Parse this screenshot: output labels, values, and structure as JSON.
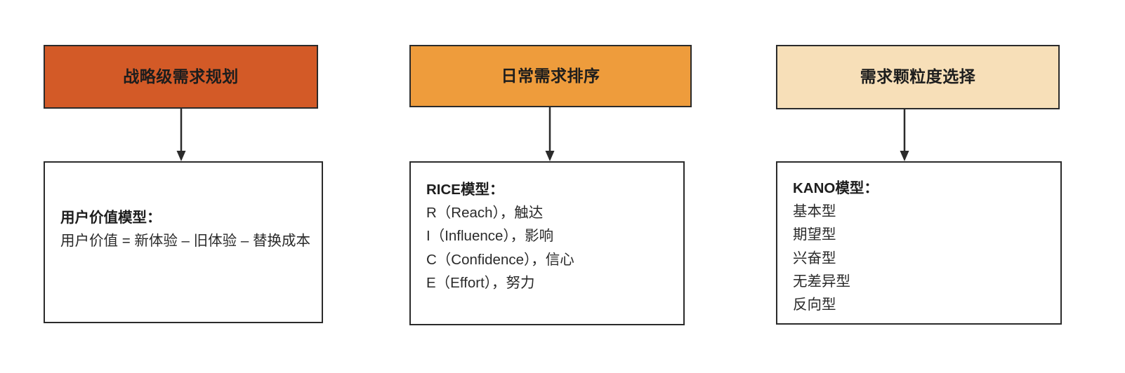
{
  "diagram": {
    "type": "three-column-flow",
    "background_color": "#ffffff",
    "border_color": "#2b2b2b",
    "columns": [
      {
        "id": "strategic-planning",
        "header": {
          "label": "战略级需求规划",
          "fill_color": "#d35a27",
          "text_color": "#1d1d1d"
        },
        "connector": "down-arrow",
        "content": {
          "heading": "用户价值模型：",
          "lines": [
            "用户价值 = 新体验 – 旧体验 – 替换成本"
          ]
        }
      },
      {
        "id": "daily-prioritization",
        "header": {
          "label": "日常需求排序",
          "fill_color": "#ee9c3c",
          "text_color": "#1d1d1d"
        },
        "connector": "down-arrow",
        "content": {
          "heading": "RICE模型：",
          "lines": [
            "R（Reach），触达",
            "I（Influence），影响",
            "C（Confidence），信心",
            "E（Effort），努力"
          ]
        }
      },
      {
        "id": "granularity-selection",
        "header": {
          "label": "需求颗粒度选择",
          "fill_color": "#f7dfb8",
          "text_color": "#1d1d1d"
        },
        "connector": "down-arrow",
        "content": {
          "heading": "KANO模型：",
          "lines": [
            "基本型",
            "期望型",
            "兴奋型",
            "无差异型",
            "反向型"
          ]
        }
      }
    ]
  }
}
